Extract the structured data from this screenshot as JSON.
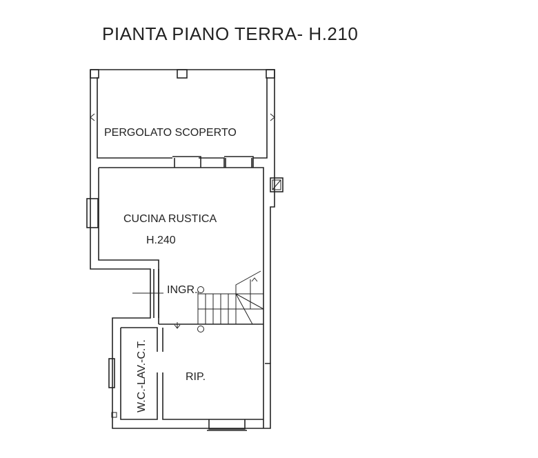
{
  "title": "PIANTA PIANO TERRA- H.210",
  "rooms": {
    "pergolato": "PERGOLATO SCOPERTO",
    "cucina": "CUCINA RUSTICA",
    "cucina_height": "H.240",
    "ingresso": "INGR.",
    "ripostiglio": "RIP.",
    "wc": "W.C.-LAV.-C.T."
  }
}
